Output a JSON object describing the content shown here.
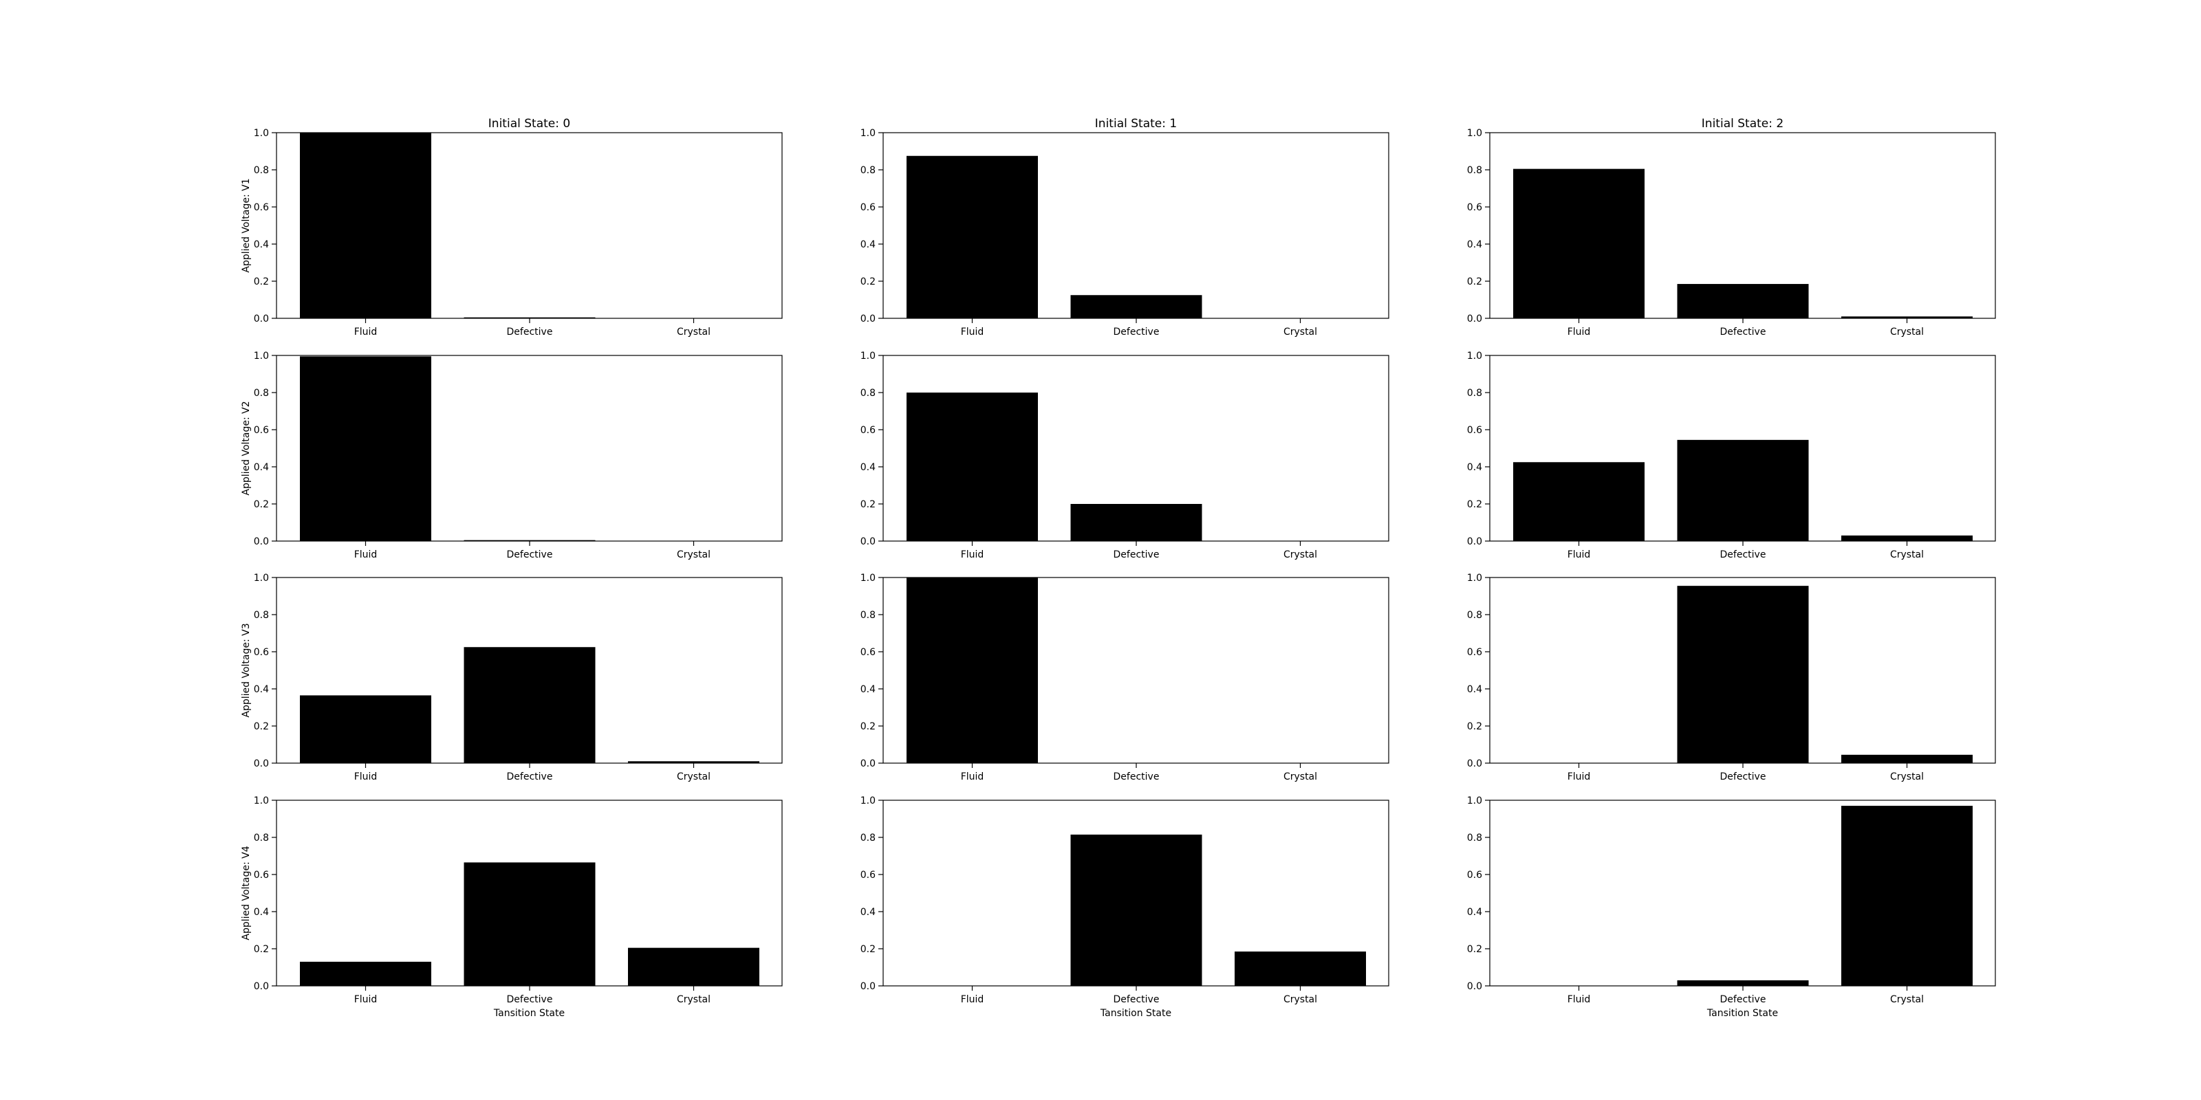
{
  "figure": {
    "background": "#ffffff",
    "bar_color": "#000000"
  },
  "chart_data": {
    "type": "bar",
    "layout": "grid of 4 rows by 3 columns",
    "categories": [
      "Fluid",
      "Defective",
      "Crystal"
    ],
    "ylim": [
      0,
      1
    ],
    "yticks": [
      "0.0",
      "0.2",
      "0.4",
      "0.6",
      "0.8",
      "1.0"
    ],
    "grid": false,
    "legend": "none",
    "column_titles": [
      "Initial State: 0",
      "Initial State: 1",
      "Initial State: 2"
    ],
    "row_labels": [
      "Applied Voltage: V1",
      "Applied Voltage: V2",
      "Applied Voltage: V3",
      "Applied Voltage: V4"
    ],
    "xlabel": "Tansition State",
    "values": [
      [
        [
          1.0,
          0.005,
          0.0
        ],
        [
          0.875,
          0.125,
          0.0
        ],
        [
          0.805,
          0.185,
          0.01
        ]
      ],
      [
        [
          0.995,
          0.005,
          0.0
        ],
        [
          0.8,
          0.2,
          0.0
        ],
        [
          0.425,
          0.545,
          0.03
        ]
      ],
      [
        [
          0.365,
          0.625,
          0.01
        ],
        [
          1.0,
          0.0,
          0.0
        ],
        [
          0.0,
          0.955,
          0.045
        ]
      ],
      [
        [
          0.13,
          0.665,
          0.205
        ],
        [
          0.0,
          0.815,
          0.185
        ],
        [
          0.0,
          0.03,
          0.97
        ]
      ]
    ]
  }
}
